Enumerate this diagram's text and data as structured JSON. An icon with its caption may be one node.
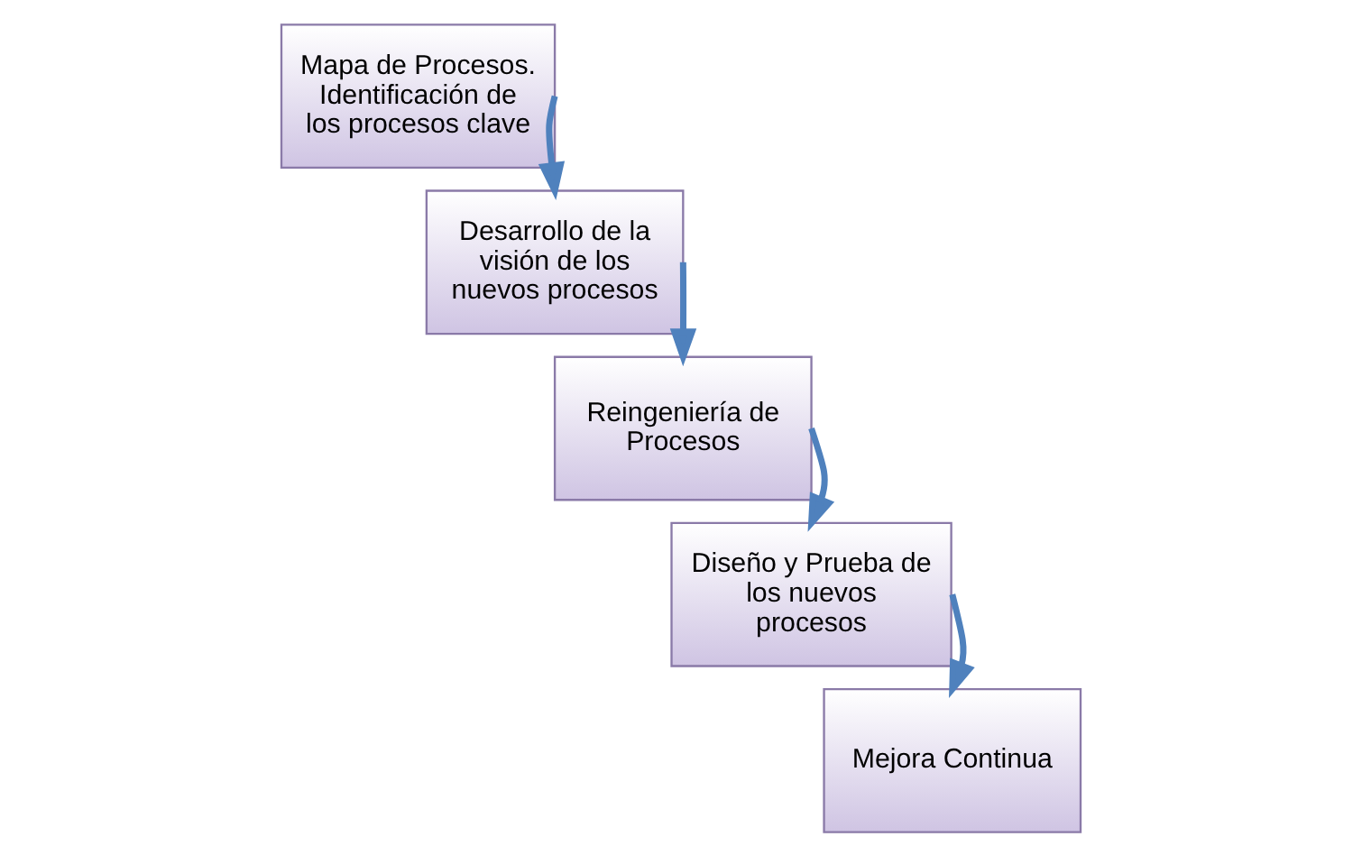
{
  "diagram": {
    "nodes": [
      {
        "text": [
          "Mapa de Procesos. Identificación de los procesos clave"
        ]
      },
      {
        "text": [
          "Desarrollo de la visión de los nuevos procesos"
        ]
      },
      {
        "text": [
          "Reingeniería de Procesos"
        ]
      },
      {
        "text": [
          "Diseño y Prueba de los nuevos procesos"
        ]
      },
      {
        "text": [
          "Mejora Continua"
        ]
      }
    ],
    "edges": [
      {
        "from": 0,
        "to": 1,
        "arrow": "to"
      },
      {
        "from": 1,
        "to": 2,
        "arrow": "to"
      },
      {
        "from": 2,
        "to": 3,
        "arrow": "to"
      },
      {
        "from": 3,
        "to": 4,
        "arrow": "to"
      }
    ]
  }
}
